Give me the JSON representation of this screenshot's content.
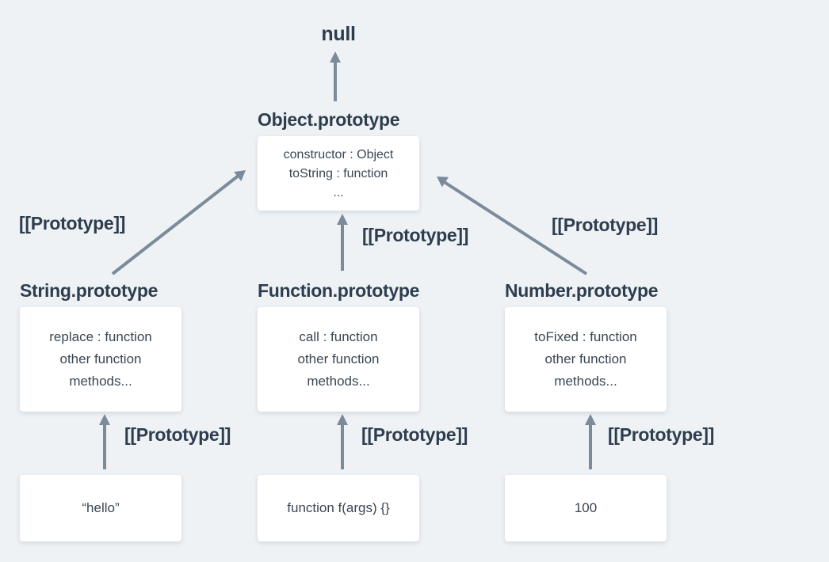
{
  "diagram": {
    "null_label": "null",
    "nodes": {
      "object": {
        "title": "Object.prototype",
        "members": [
          "constructor : Object",
          "toString : function",
          "..."
        ]
      },
      "string": {
        "title": "String.prototype",
        "members": [
          "replace : function",
          "other function",
          "methods..."
        ]
      },
      "function": {
        "title": "Function.prototype",
        "members": [
          "call : function",
          "other function",
          "methods..."
        ]
      },
      "number": {
        "title": "Number.prototype",
        "members": [
          "toFixed : function",
          "other function",
          "methods..."
        ]
      },
      "string_instance": {
        "value": "“hello”"
      },
      "function_instance": {
        "value": "function f(args) {}"
      },
      "number_instance": {
        "value": "100"
      }
    },
    "edges": [
      {
        "from": "Object.prototype",
        "to": "null",
        "label": ""
      },
      {
        "from": "String.prototype",
        "to": "Object.prototype",
        "label": "[[Prototype]]"
      },
      {
        "from": "Function.prototype",
        "to": "Object.prototype",
        "label": "[[Prototype]]"
      },
      {
        "from": "Number.prototype",
        "to": "Object.prototype",
        "label": "[[Prototype]]"
      },
      {
        "from": "“hello”",
        "to": "String.prototype",
        "label": "[[Prototype]]"
      },
      {
        "from": "function f(args) {}",
        "to": "Function.prototype",
        "label": "[[Prototype]]"
      },
      {
        "from": "100",
        "to": "Number.prototype",
        "label": "[[Prototype]]"
      }
    ],
    "colors": {
      "background": "#eef2f5",
      "box": "#ffffff",
      "heading_text": "#2e3d4e",
      "body_text": "#3a4654",
      "arrow": "#7b8b9b"
    }
  }
}
